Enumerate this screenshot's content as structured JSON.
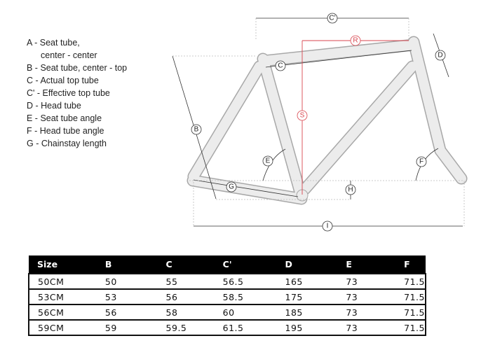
{
  "legend": [
    "A - Seat tube,",
    "center - center",
    "B - Seat tube, center - top",
    "C - Actual top tube",
    "C' - Effective top tube",
    "D - Head tube",
    "E - Seat tube angle",
    "F - Head tube angle",
    "G - Chainstay length"
  ],
  "diagram_labels": {
    "cprime": "C'",
    "r": "R",
    "c": "C",
    "d": "D",
    "s": "S",
    "b": "B",
    "e": "E",
    "f": "F",
    "g": "G",
    "h": "H",
    "i": "I"
  },
  "colors": {
    "frame": "#ececec",
    "outline": "#9a9a9a",
    "dim": "#333333",
    "red": "#d9464f"
  },
  "table": {
    "headers": [
      "Size",
      "B",
      "C",
      "C'",
      "D",
      "E",
      "F"
    ],
    "rows": [
      [
        "50CM",
        "50",
        "55",
        "56.5",
        "165",
        "73",
        "71.5"
      ],
      [
        "53CM",
        "53",
        "56",
        "58.5",
        "175",
        "73",
        "71.5"
      ],
      [
        "56CM",
        "56",
        "58",
        "60",
        "185",
        "73",
        "71.5"
      ],
      [
        "59CM",
        "59",
        "59.5",
        "61.5",
        "195",
        "73",
        "71.5"
      ]
    ]
  }
}
